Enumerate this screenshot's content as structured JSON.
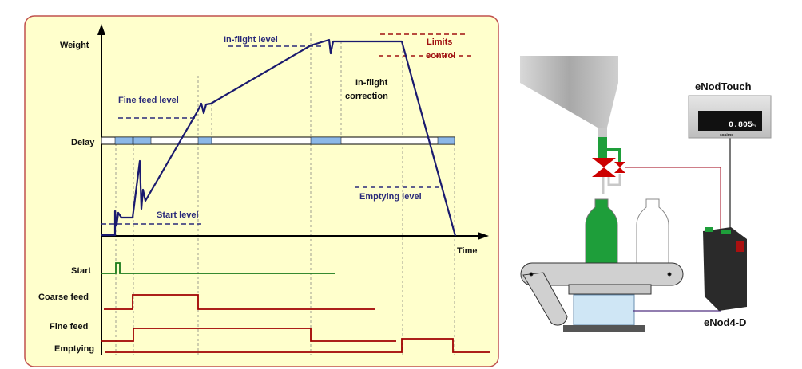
{
  "timing_diagram": {
    "axis_y_label": "Weight",
    "axis_x_label": "Time",
    "delay_label": "Delay",
    "levels": {
      "in_flight": "In-flight level",
      "fine_feed": "Fine feed level",
      "start": "Start level",
      "emptying": "Emptying level",
      "limits_line1": "Limits",
      "limits_line2": "control",
      "correction_line1": "In-flight",
      "correction_line2": "correction"
    },
    "signals": [
      "Start",
      "Coarse feed",
      "Fine feed",
      "Emptying"
    ]
  },
  "installation": {
    "terminal_label": "eNodTouch",
    "terminal_reading": "0.805",
    "terminal_unit": "kg",
    "terminal_brand": "scaime",
    "module_label": "eNod4-D"
  },
  "colors": {
    "panel_bg": "#ffffcc",
    "panel_border": "#c0504d",
    "weight_curve": "#1a1a6e",
    "signal_red": "#a00000",
    "signal_green": "#1a7a1a",
    "delay_block": "#8cb8e8",
    "fill_green": "#1e9e3a",
    "valve_red": "#cc0000"
  }
}
